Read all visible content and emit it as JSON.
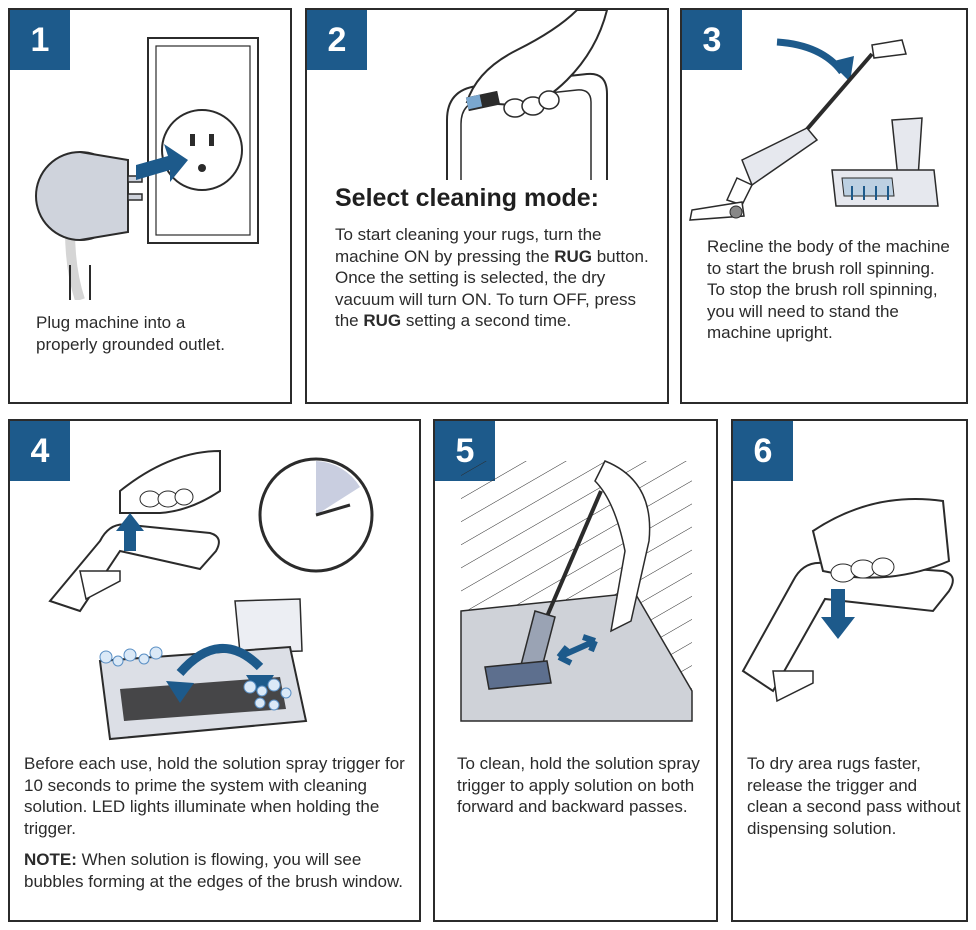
{
  "steps": [
    {
      "number": "1",
      "text": "Plug machine into a properly grounded outlet."
    },
    {
      "number": "2",
      "heading": "Select cleaning mode:",
      "text_part1": "To start cleaning your rugs, turn the machine ON by pressing the ",
      "bold1": "RUG",
      "text_part2": " button. Once the setting is selected, the dry vacuum will turn ON. To turn OFF, press the ",
      "bold2": "RUG",
      "text_part3": " setting a second time."
    },
    {
      "number": "3",
      "text": "Recline the body of the machine to start the brush roll spinning. To stop the brush roll spinning, you will need to stand the machine upright."
    },
    {
      "number": "4",
      "text": "Before each use, hold the solution spray trigger for 10 seconds to prime the system with cleaning solution. LED lights illuminate when holding the trigger.",
      "note_label": "NOTE:",
      "note_text": " When solution is flowing, you will see bubbles forming at the edges of the brush window."
    },
    {
      "number": "5",
      "text": "To clean, hold the solution spray trigger to apply solution on both forward and backward passes."
    },
    {
      "number": "6",
      "text": "To dry area rugs faster, release the trigger and clean a second pass without dispensing solution."
    }
  ],
  "colors": {
    "badge": "#1d5a8b",
    "border": "#2b2b2b",
    "arrow": "#1d5a8b"
  }
}
